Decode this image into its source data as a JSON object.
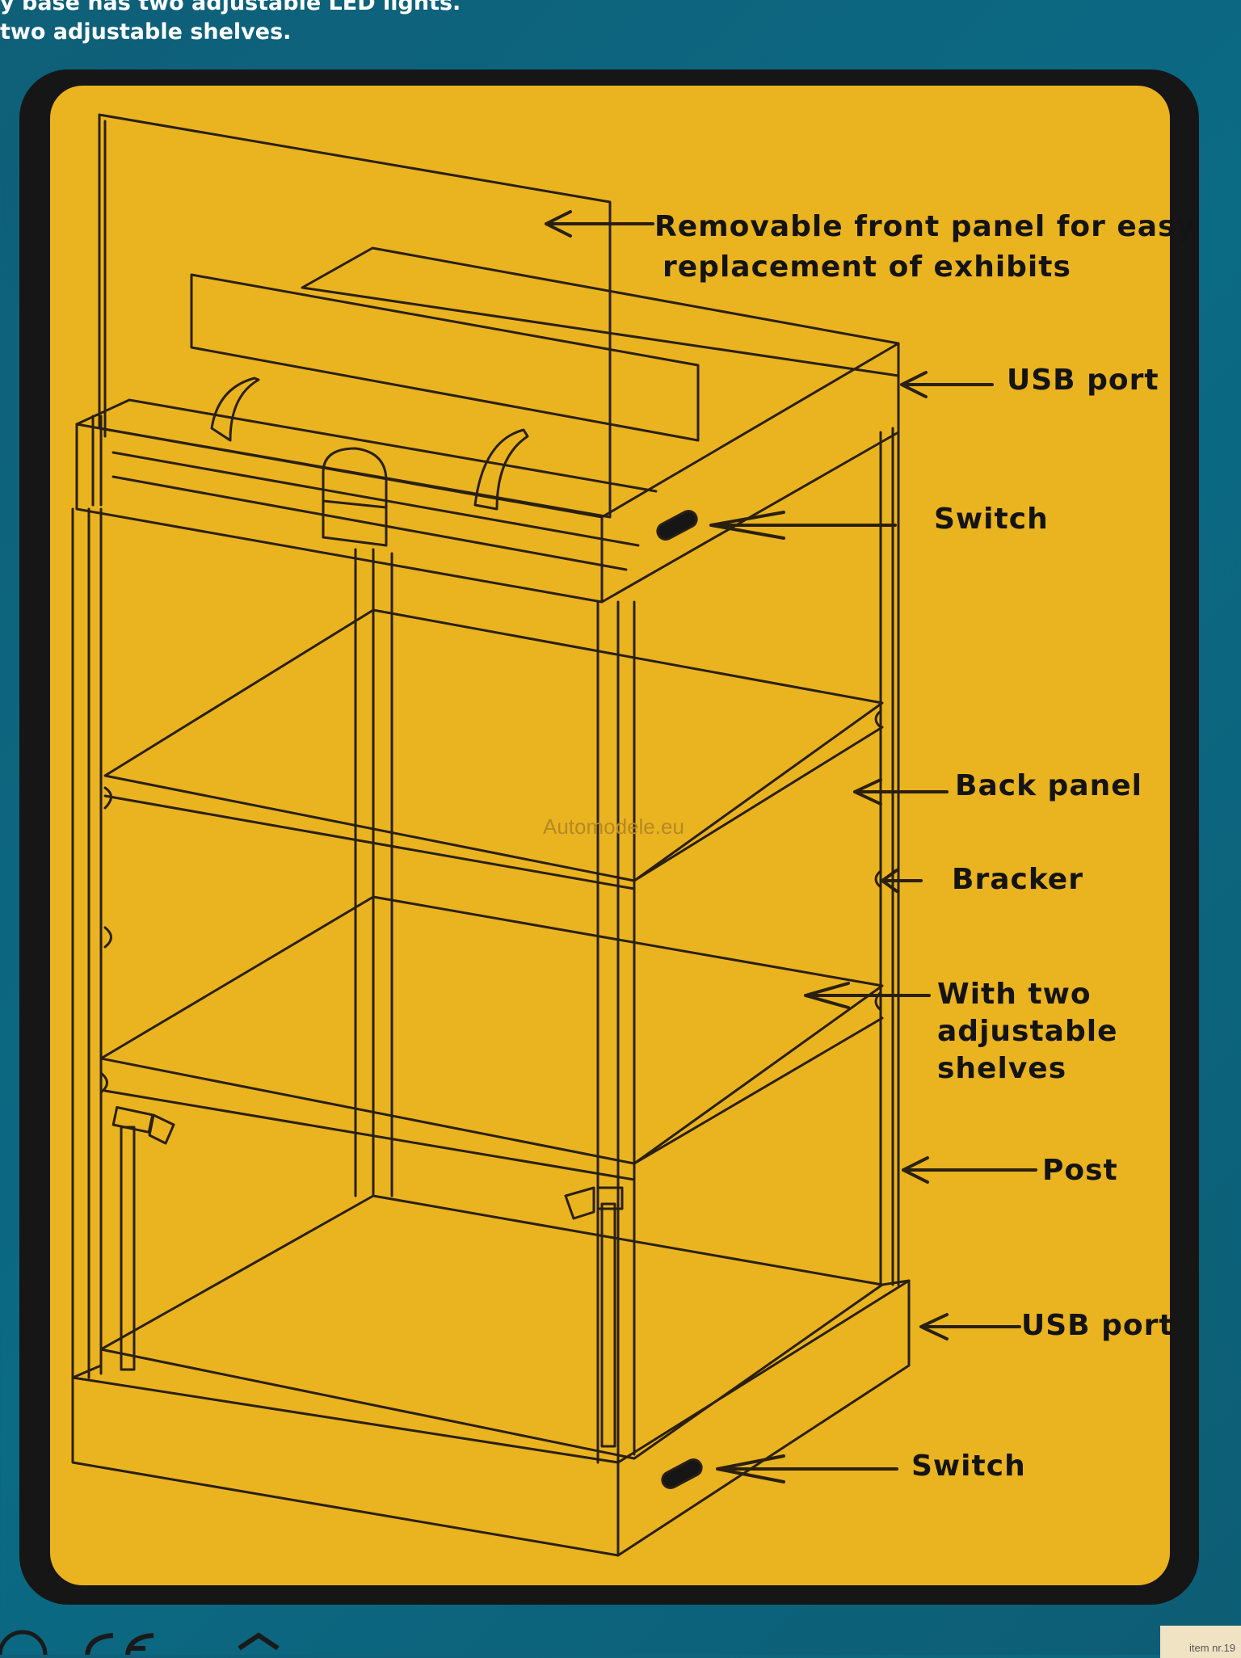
{
  "header": {
    "line1": "y base has two adjustable LED lights.",
    "line2": "two adjustable shelves."
  },
  "callouts": {
    "front_panel_1": "Removable front panel for easy",
    "front_panel_2": "replacement of exhibits",
    "usb_top": "USB port",
    "switch_top": "Switch",
    "back_panel": "Back panel",
    "bracker": "Bracker",
    "shelves_1": "With two",
    "shelves_2": "adjustable",
    "shelves_3": "shelves",
    "post": "Post",
    "usb_bottom": "USB port",
    "switch_bottom": "Switch"
  },
  "watermark": "Automodele.eu",
  "item_tag": "item nr.19",
  "colors": {
    "background": "#0b6a84",
    "panel": "#eab320",
    "frame": "#161616",
    "line": "#2a2010",
    "text": "#141414"
  }
}
